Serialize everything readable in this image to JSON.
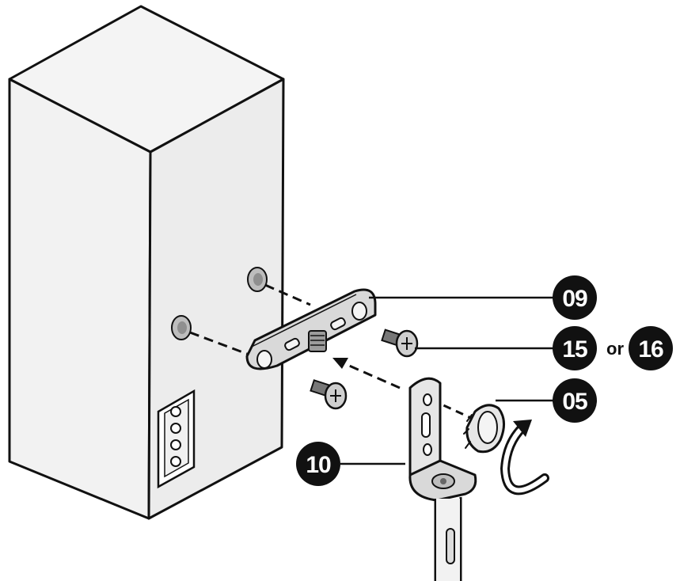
{
  "diagram": {
    "callouts": [
      {
        "id": "09",
        "label": "09"
      },
      {
        "id": "15",
        "label": "15"
      },
      {
        "id": "16",
        "label": "16"
      },
      {
        "id": "05",
        "label": "05"
      },
      {
        "id": "10",
        "label": "10"
      }
    ],
    "or_text": "or",
    "colors": {
      "ink": "#111111",
      "speaker_face": "#f2f2f2",
      "speaker_side": "#ececec",
      "plate": "#d9d9d9",
      "bracket": "#e6e6e6",
      "screw": "#cfcfcf"
    }
  }
}
